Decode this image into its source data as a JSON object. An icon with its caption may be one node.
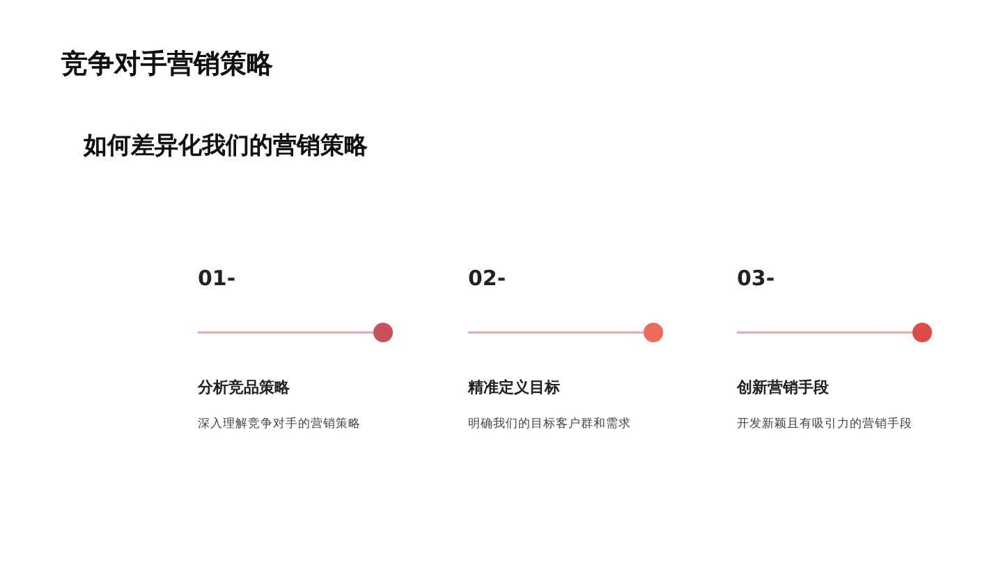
{
  "diagram": {
    "title": "竞争对手营销策略",
    "labels": [
      "如何差异化我们的营销策略",
      "01-",
      "分析竞品策略",
      "深入理解竞争对手的营销策略",
      "02-",
      "精准定义目标",
      "明确我们的目标客户群和需求",
      "03-",
      "创新营销手段",
      "开发新颖且有吸引力的营销手段"
    ]
  }
}
